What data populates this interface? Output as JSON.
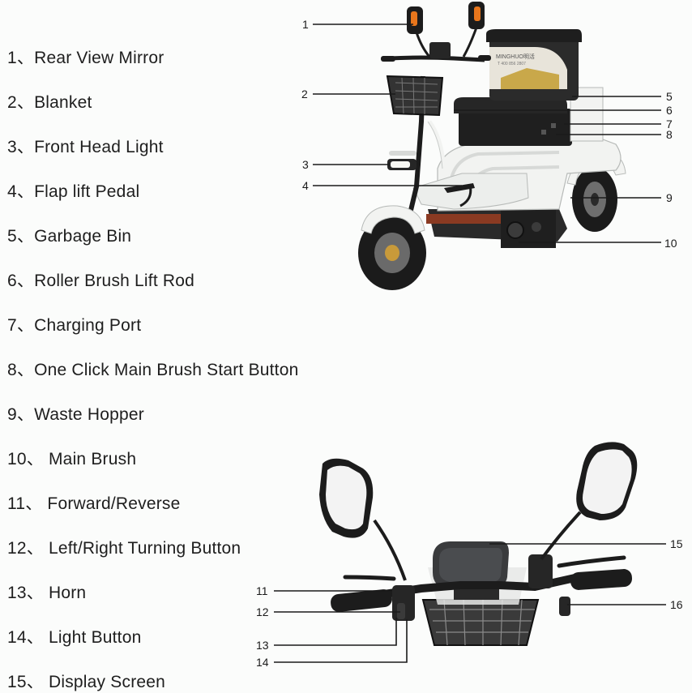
{
  "parts": [
    "1、Rear View Mirror",
    "2、Blanket",
    "3、Front Head Light",
    "4、Flap lift Pedal",
    "5、Garbage Bin",
    "6、Roller Brush Lift Rod",
    "7、Charging Port",
    "8、One Click Main Brush Start Button",
    "9、Waste Hopper",
    "10、 Main Brush",
    "11、 Forward/Reverse",
    "12、 Left/Right Turning Button",
    "13、 Horn",
    "14、 Light Button",
    "15、 Display Screen"
  ],
  "callouts": [
    "1",
    "2",
    "3",
    "4",
    "5",
    "6",
    "7",
    "8",
    "9",
    "10",
    "11",
    "12",
    "13",
    "14",
    "15",
    "16"
  ],
  "bin_logo": "MINGHUO明活",
  "bin_phone": "T 400 856 2807",
  "colors": {
    "body_white": "#f2f3f1",
    "frame_black": "#1c1c1c",
    "seat_black": "#262626",
    "indicator_orange": "#e8761c",
    "brush_red": "#8a3a22"
  }
}
